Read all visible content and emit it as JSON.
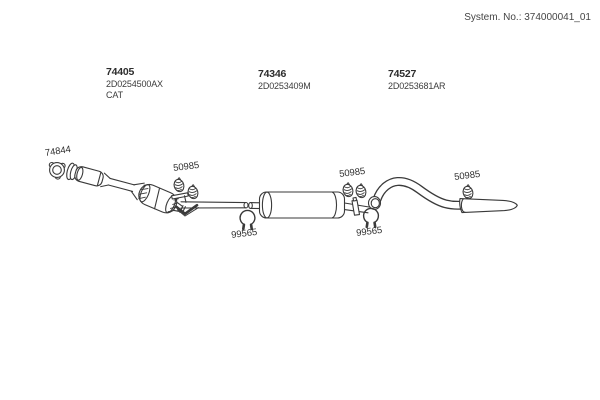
{
  "header": {
    "system_no": "System. No.: 374000041_01"
  },
  "part_groups": [
    {
      "part_number": "74405",
      "oem_code": "2D0254500AX",
      "note": "CAT"
    },
    {
      "part_number": "74346",
      "oem_code": "2D0253409M",
      "note": ""
    },
    {
      "part_number": "74527",
      "oem_code": "2D0253681AR",
      "note": ""
    }
  ],
  "callouts": {
    "gasket": "74844",
    "clamp_1": "50985",
    "clamp_2": "50985",
    "clamp_3": "50985",
    "hanger_1": "99565",
    "hanger_2": "99565"
  },
  "diagram": {
    "kind": "exhaust-system-exploded-parts-diagram",
    "parts": [
      "flange-gasket",
      "front-pipe-with-catalyst",
      "pipe-clamp",
      "rubber-hanger",
      "center-muffler",
      "tailpipe"
    ],
    "colors": {
      "ink": "#3a3a3a",
      "background": "#ffffff"
    }
  }
}
